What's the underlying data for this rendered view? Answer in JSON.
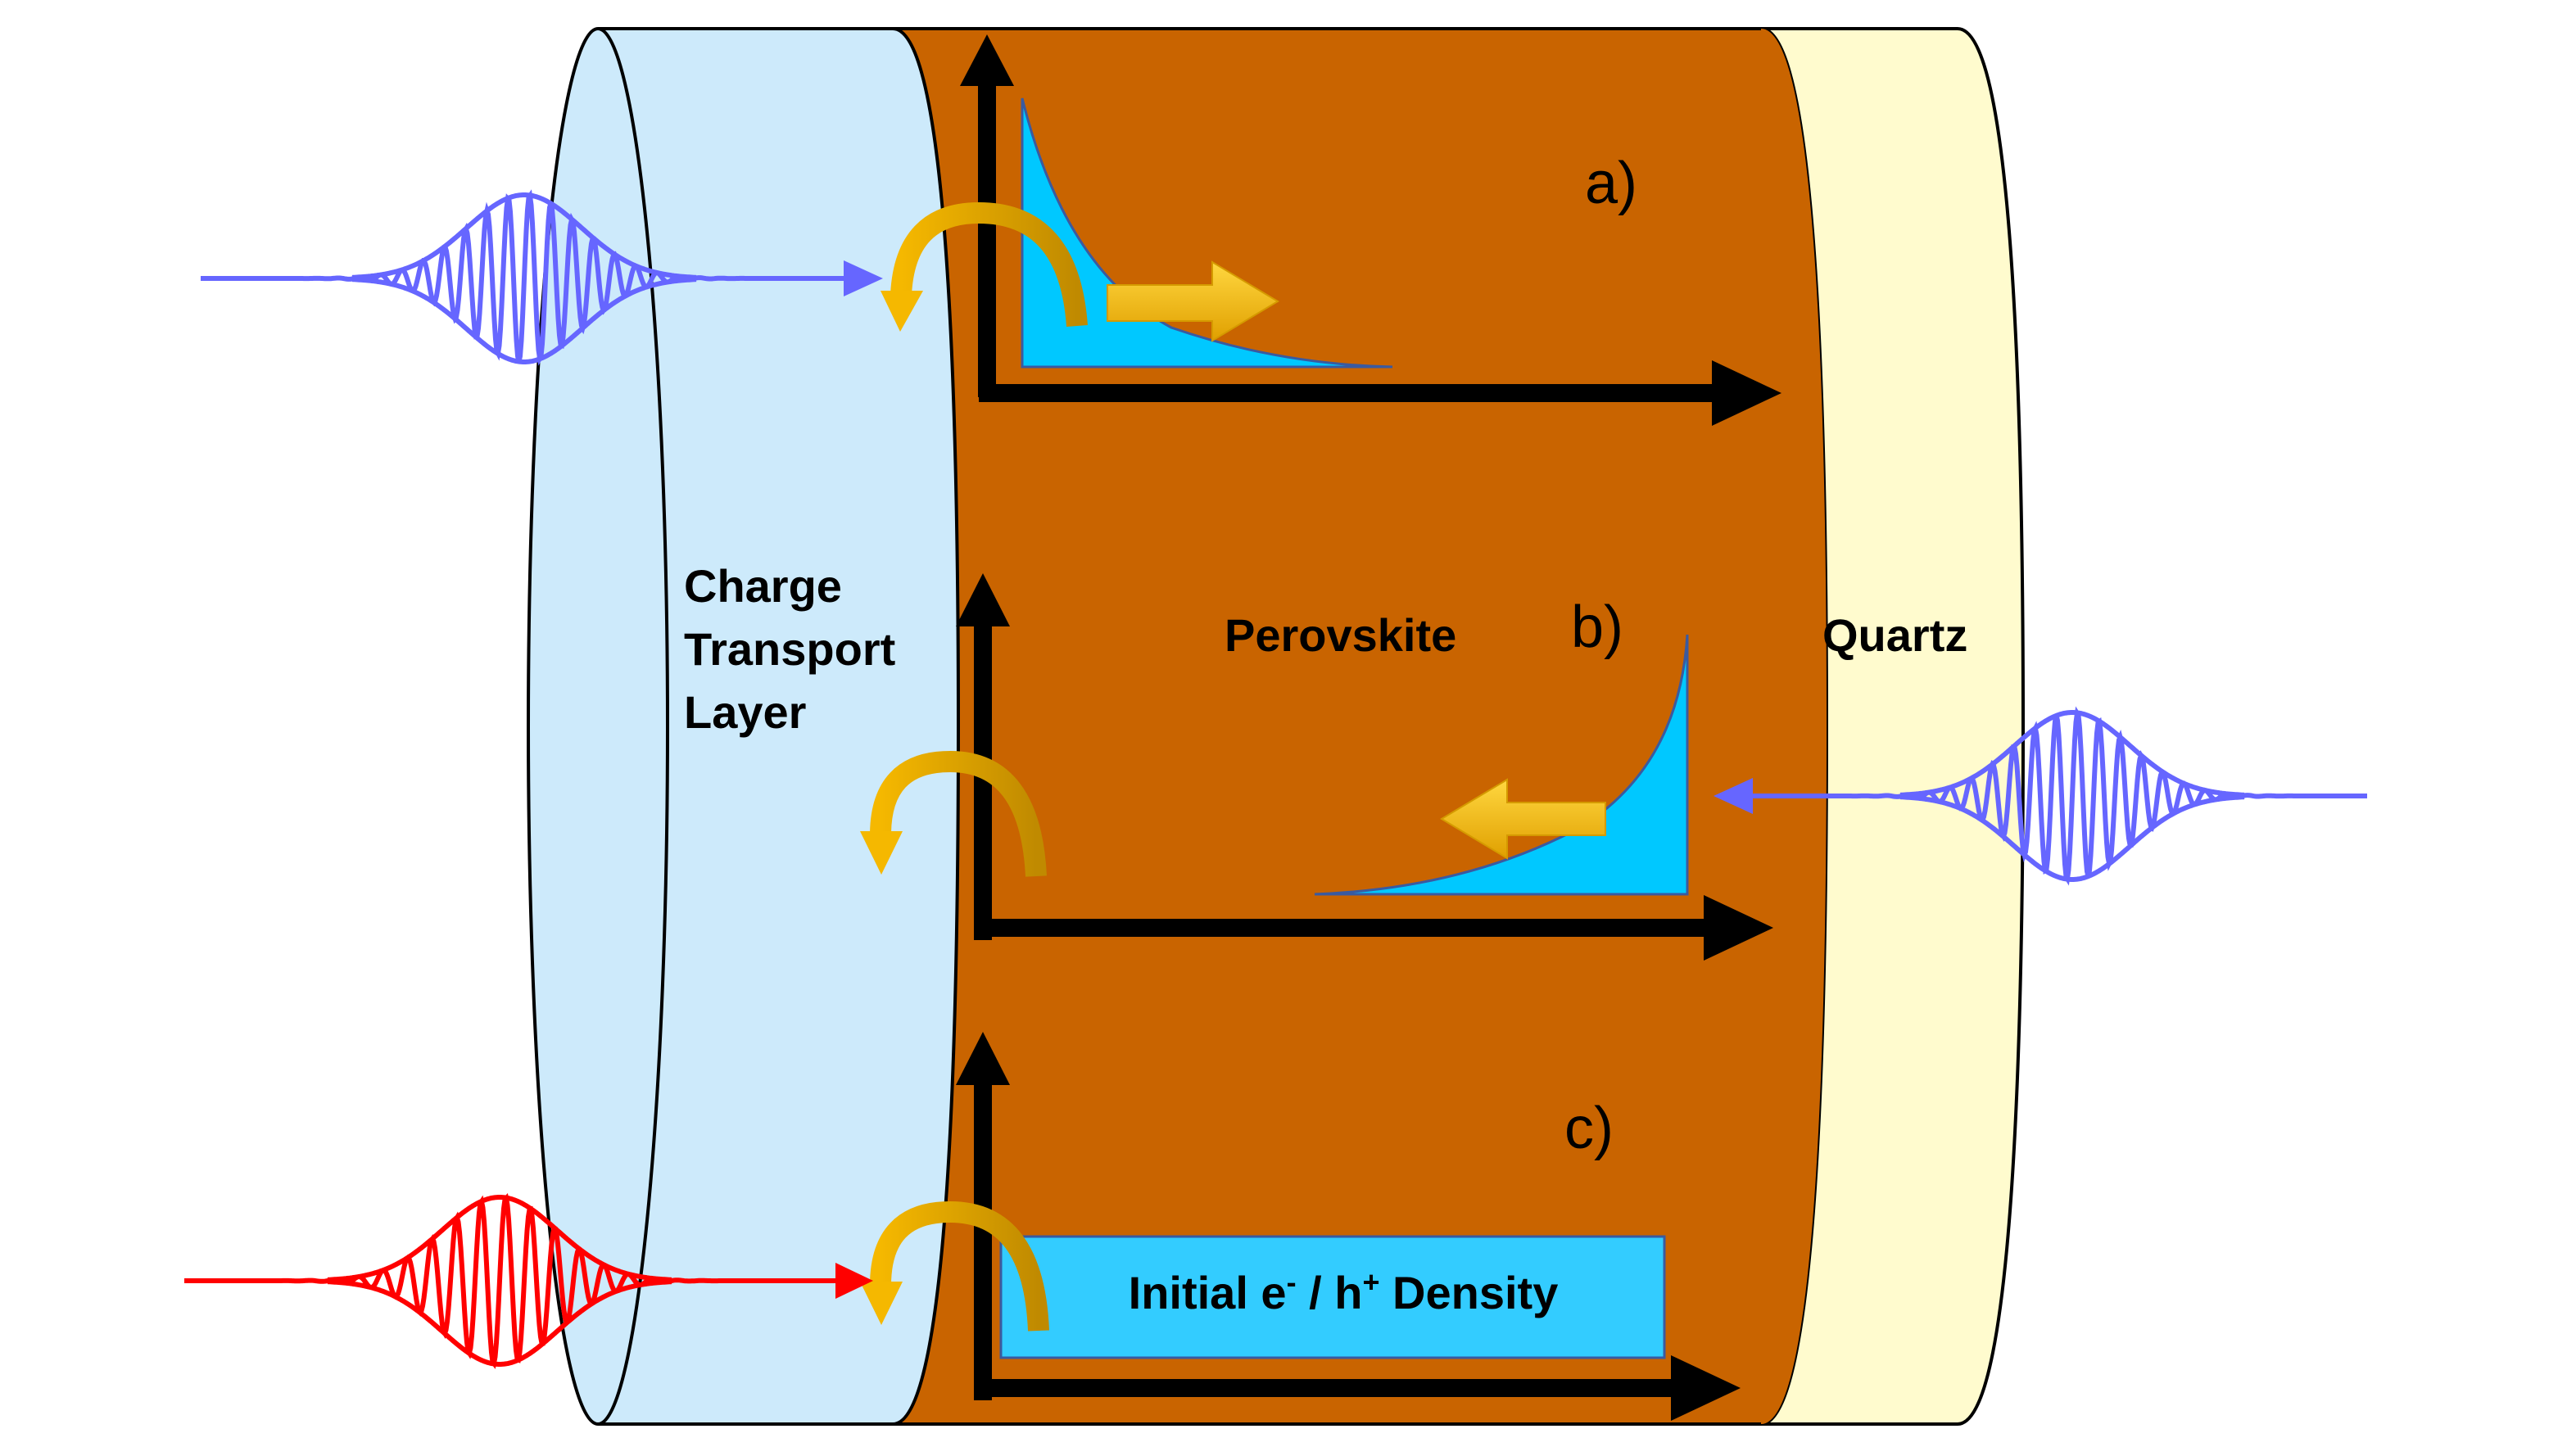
{
  "layers": {
    "charge_transport_label_line1": "Charge",
    "charge_transport_label_line2": "Transport",
    "charge_transport_label_line3": "Layer",
    "perovskite_label": "Perovskite",
    "quartz_label": "Quartz"
  },
  "panels": {
    "a": {
      "label": "a)"
    },
    "b": {
      "label": "b)"
    },
    "c": {
      "label": "c)",
      "box_prefix": "Initial e",
      "sup1": "-",
      "mid": " / h",
      "sup2": "+",
      "box_suffix": " Density"
    }
  },
  "colors": {
    "ctl_fill": "#CDEAFB",
    "perovskite_fill": "#C96400",
    "quartz_fill": "#FFFBCE",
    "density_fill": "#00C8FF",
    "blue_pulse": "#6666FF",
    "red_pulse": "#FF0000",
    "arrow_gold": "#F5B800",
    "axis": "#000000"
  },
  "icons": {
    "charge_transfer_arrow": "curved-arrow-icon",
    "drift_arrow": "block-arrow-icon",
    "pulse": "laser-pulse-icon"
  }
}
